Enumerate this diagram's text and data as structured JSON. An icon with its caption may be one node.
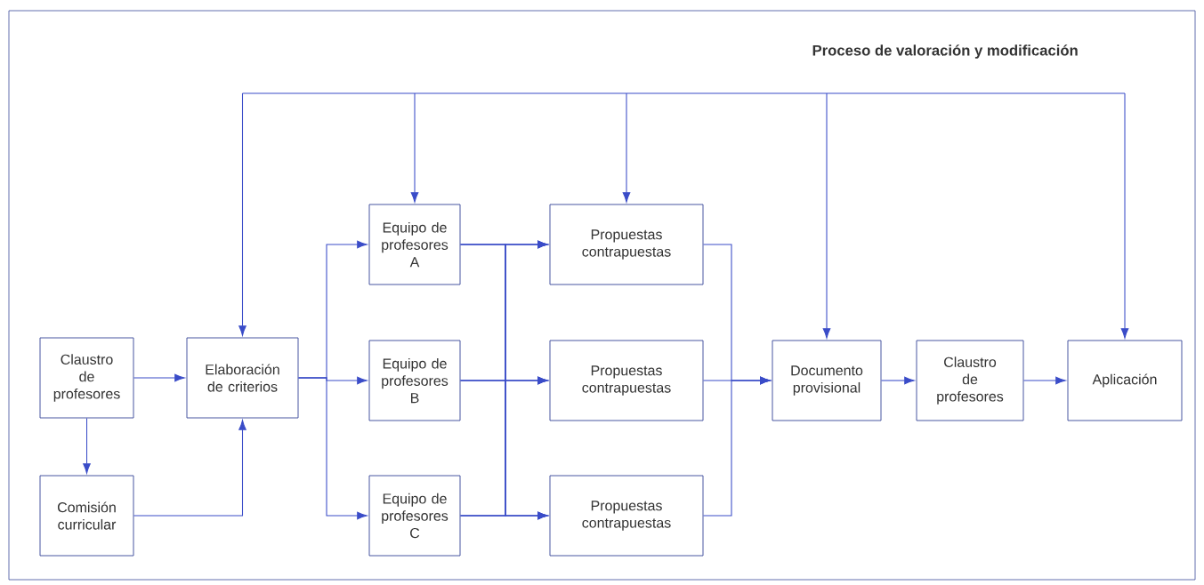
{
  "diagram": {
    "title": "Proceso de valoración y modificación",
    "nodes": [
      {
        "text": [
          "Claustro de profesores"
        ]
      },
      {
        "text": [
          "Elaboración de criterios"
        ]
      },
      {
        "text": [
          "Comisión curricular"
        ]
      },
      {
        "text": [
          "Equipo de profesores A"
        ]
      },
      {
        "text": [
          "Equipo de profesores B"
        ]
      },
      {
        "text": [
          "Equipo de profesores C"
        ]
      },
      {
        "text": [
          "Propuestas contrapuestas"
        ]
      },
      {
        "text": [
          "Propuestas contrapuestas"
        ]
      },
      {
        "text": [
          "Propuestas contrapuestas"
        ]
      },
      {
        "text": [
          "Documento provisional"
        ]
      },
      {
        "text": [
          "Claustro de profesores"
        ]
      },
      {
        "text": [
          "Aplicación"
        ]
      }
    ],
    "edges": [
      {
        "from": 0,
        "to": 1,
        "arrow": "to"
      },
      {
        "from": 0,
        "to": 2,
        "arrow": "to"
      },
      {
        "from": 2,
        "to": 1,
        "arrow": "to"
      },
      {
        "from": 1,
        "to": 3,
        "arrow": "to"
      },
      {
        "from": 1,
        "to": 4,
        "arrow": "to"
      },
      {
        "from": 1,
        "to": 5,
        "arrow": "to"
      },
      {
        "from": 3,
        "to": 6,
        "arrow": "to"
      },
      {
        "from": 3,
        "to": 7,
        "arrow": "to"
      },
      {
        "from": 3,
        "to": 8,
        "arrow": "to"
      },
      {
        "from": 4,
        "to": 6,
        "arrow": "to"
      },
      {
        "from": 4,
        "to": 7,
        "arrow": "to"
      },
      {
        "from": 4,
        "to": 8,
        "arrow": "to"
      },
      {
        "from": 5,
        "to": 6,
        "arrow": "to"
      },
      {
        "from": 5,
        "to": 7,
        "arrow": "to"
      },
      {
        "from": 5,
        "to": 8,
        "arrow": "to"
      },
      {
        "from": 6,
        "to": 9,
        "arrow": "to"
      },
      {
        "from": 7,
        "to": 9,
        "arrow": "to"
      },
      {
        "from": 8,
        "to": 9,
        "arrow": "to"
      },
      {
        "from": 9,
        "to": 10,
        "arrow": "to"
      },
      {
        "from": 10,
        "to": 11,
        "arrow": "to"
      },
      {
        "from": null,
        "to": 1,
        "arrow": "to"
      },
      {
        "from": null,
        "to": 3,
        "arrow": "to"
      },
      {
        "from": null,
        "to": 6,
        "arrow": "to"
      },
      {
        "from": null,
        "to": 9,
        "arrow": "to"
      },
      {
        "from": null,
        "to": 11,
        "arrow": "to"
      }
    ]
  }
}
